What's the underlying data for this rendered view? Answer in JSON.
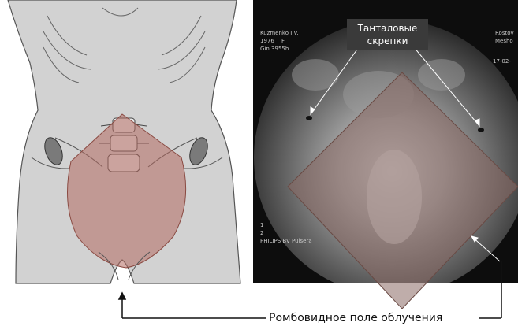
{
  "xray_overlay": {
    "patient_name": "Kuzmenko I.V.",
    "birth_year": "1976",
    "sex": "F",
    "patient_id": "Gin 3955h",
    "institution_line1": "Rostov",
    "institution_line2": "Mesho",
    "date": "17-02-",
    "marker_1": "1",
    "marker_2": "2",
    "device": "PHILIPS BV Pulsera"
  },
  "callouts": {
    "tantalum_clips_line1": "Танталовые",
    "tantalum_clips_line2": "скрепки",
    "rhomboid_field": "Ромбовидное поле облучения"
  },
  "colors": {
    "body_fill": "#d2d2d2",
    "field_overlay": "#b36a60",
    "xray_background": "#0d0d0d"
  }
}
